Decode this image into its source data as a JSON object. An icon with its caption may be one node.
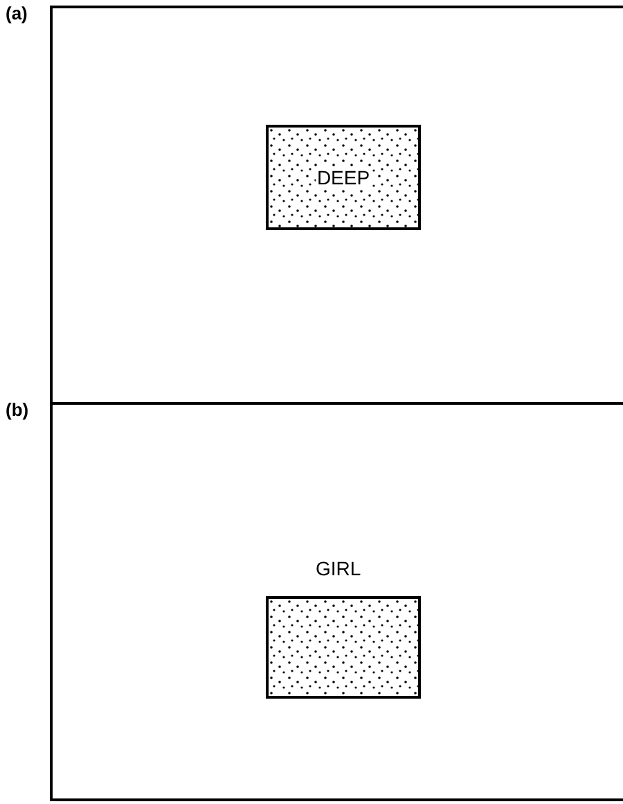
{
  "diagram": {
    "nodes": [
      {
        "text": [
          "(a)"
        ]
      },
      {
        "text": [
          "DEEP"
        ],
        "in": 0
      },
      {
        "text": [
          "(b)"
        ]
      },
      {
        "text": [],
        "shape": "box",
        "in": 2
      }
    ],
    "labels": [
      "GIRL"
    ]
  }
}
